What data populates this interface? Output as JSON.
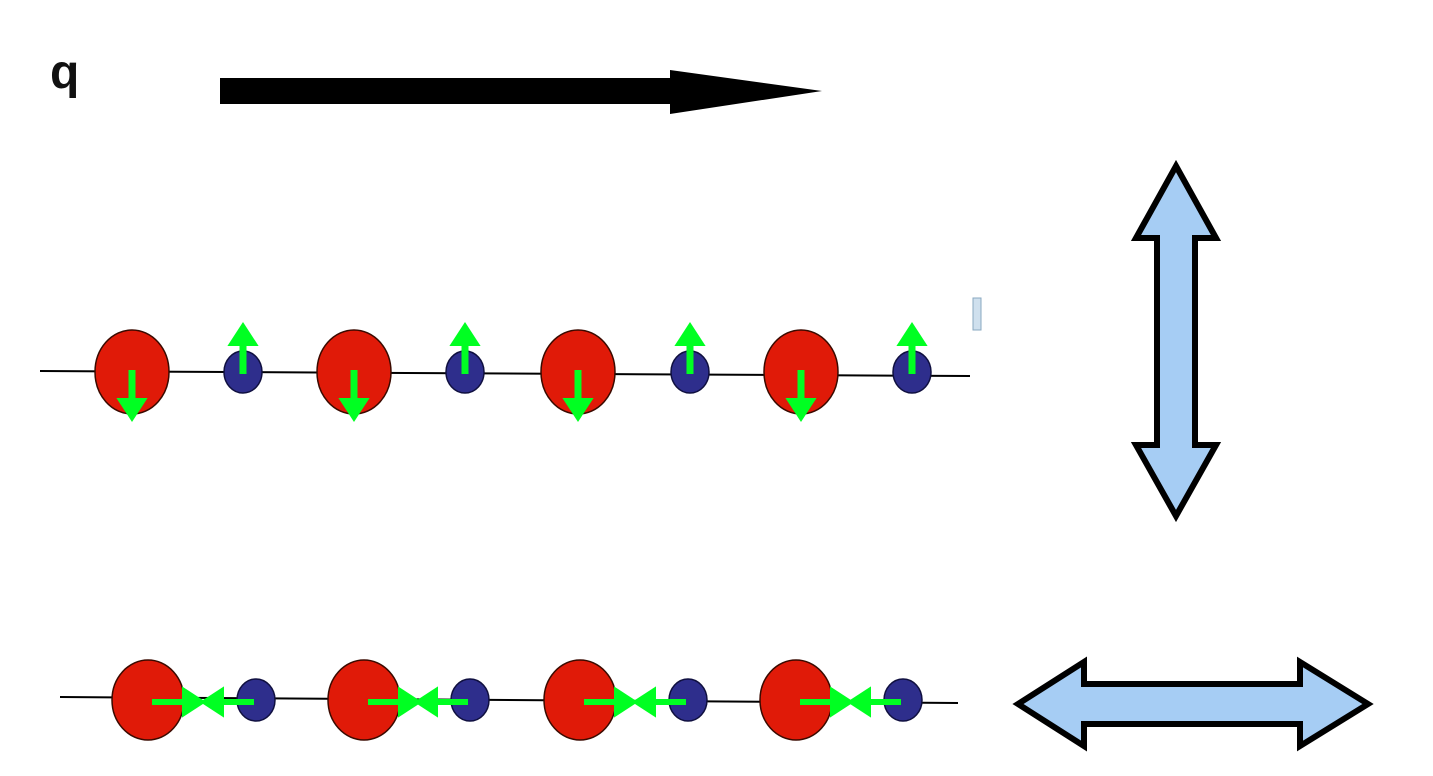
{
  "diagram": {
    "wavevector_label": "q",
    "colors": {
      "heavy_atom": "#e01a08",
      "light_atom": "#2e2e8c",
      "displacement_arrow": "#00ff22",
      "polarization_arrow_fill": "#a6cdf4",
      "outline": "#000000"
    },
    "icons": {
      "wavevector": "arrow-right-icon",
      "transverse_polarization": "double-arrow-vertical-icon",
      "longitudinal_polarization": "double-arrow-horizontal-icon"
    },
    "transverse_mode": {
      "unit_cells": 4,
      "heavy_atom_displacement": "down",
      "light_atom_displacement": "up"
    },
    "longitudinal_mode": {
      "unit_cells": 4,
      "heavy_atom_displacement": "right",
      "light_atom_displacement": "left"
    }
  }
}
